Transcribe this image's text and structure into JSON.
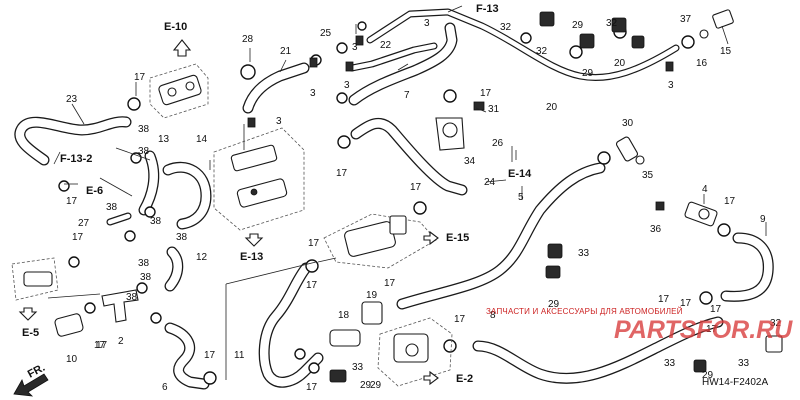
{
  "diagram": {
    "code": "HW14-F2402A",
    "watermark": {
      "text": "ЗАПЧАСТИ И АКСЕССУАРЫ ДЛЯ АВТОМОБИЛЕЙ",
      "logo": "PARTSFOR.RU"
    },
    "direction_label": "FR.",
    "refs": [
      {
        "id": "E-10",
        "label": "E-10"
      },
      {
        "id": "F-13",
        "label": "F-13"
      },
      {
        "id": "F-13-2",
        "label": "F-13-2"
      },
      {
        "id": "E-6",
        "label": "E-6"
      },
      {
        "id": "E-5",
        "label": "E-5"
      },
      {
        "id": "E-13",
        "label": "E-13"
      },
      {
        "id": "E-14",
        "label": "E-14"
      },
      {
        "id": "E-15",
        "label": "E-15"
      },
      {
        "id": "E-2",
        "label": "E-2"
      }
    ],
    "callouts": [
      "23",
      "17",
      "17",
      "17",
      "38",
      "38",
      "13",
      "14",
      "38",
      "38",
      "38",
      "27",
      "38",
      "38",
      "38",
      "12",
      "17",
      "2",
      "10",
      "17",
      "6",
      "17",
      "28",
      "21",
      "3",
      "25",
      "3",
      "3",
      "22",
      "7",
      "3",
      "32",
      "29",
      "32",
      "29",
      "20",
      "32",
      "37",
      "16",
      "15",
      "3",
      "20",
      "3",
      "17",
      "31",
      "26",
      "34",
      "30",
      "35",
      "4",
      "17",
      "9",
      "36",
      "17",
      "24",
      "17",
      "5",
      "17",
      "17",
      "33",
      "29",
      "19",
      "18",
      "11",
      "17",
      "17",
      "17",
      "33",
      "29",
      "17",
      "33",
      "29",
      "17",
      "17",
      "17",
      "8",
      "33",
      "29",
      "32"
    ]
  }
}
